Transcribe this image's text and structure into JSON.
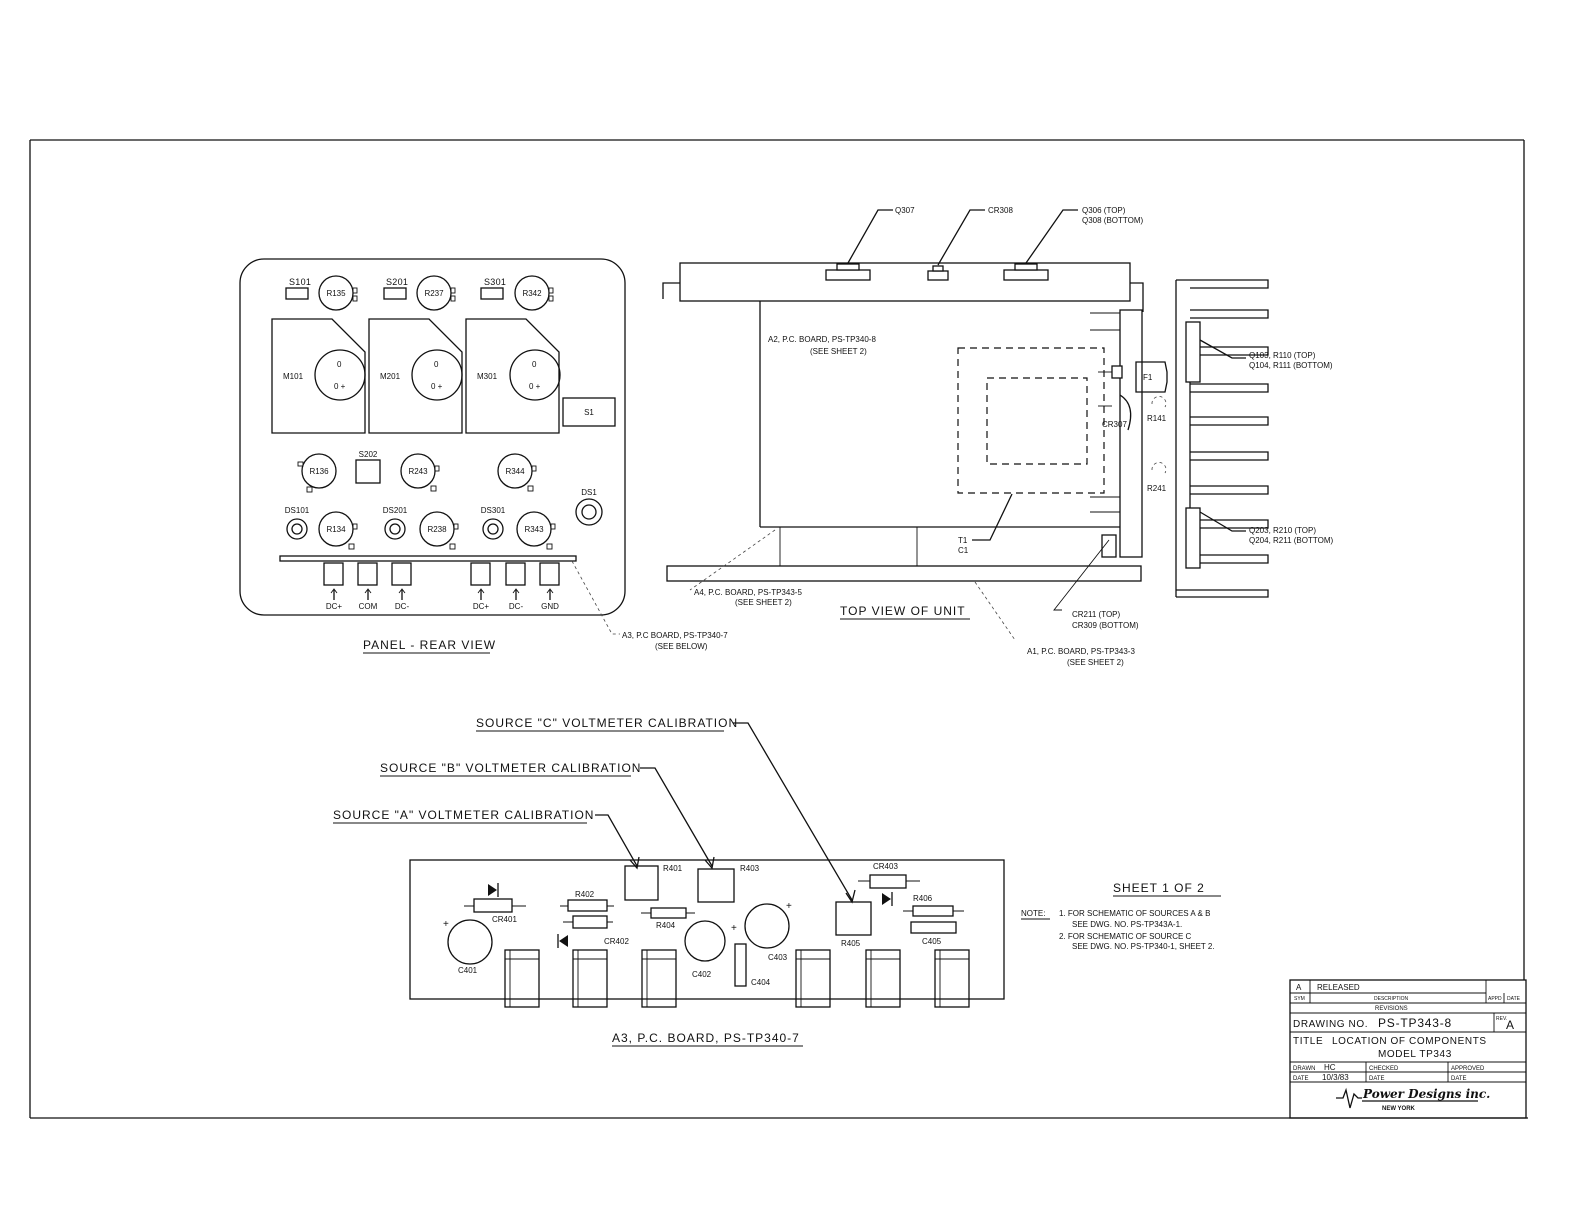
{
  "panel_rear": {
    "caption": "PANEL - REAR VIEW",
    "switches": [
      "S101",
      "S201",
      "S301"
    ],
    "top_pots": [
      "R135",
      "R237",
      "R342"
    ],
    "meters": [
      "M101",
      "M201",
      "M301"
    ],
    "meter_pol": "0 +",
    "meter_zero": "0",
    "s1": "S1",
    "s202": "S202",
    "mid_pots": [
      "R136",
      "R243",
      "R344"
    ],
    "ds": [
      "DS101",
      "DS201",
      "DS301",
      "DS1"
    ],
    "low_pots": [
      "R134",
      "R238",
      "R343"
    ],
    "terminals": [
      "DC+",
      "COM",
      "DC-",
      "DC+",
      "DC-",
      "GND"
    ],
    "a3_ref": "A3, P.C BOARD, PS-TP340-7",
    "a3_see": "(SEE BELOW)"
  },
  "top_view": {
    "caption": "TOP VIEW OF UNIT",
    "q307": "Q307",
    "cr308": "CR308",
    "q306": "Q306 (TOP)",
    "q308": "Q308 (BOTTOM)",
    "a2": "A2, P.C. BOARD, PS-TP340-8",
    "a2_see": "(SEE SHEET 2)",
    "f1": "F1",
    "r141": "R141",
    "cr307": "CR307",
    "r241": "R241",
    "q103": "Q103, R110 (TOP)",
    "q104": "Q104, R111 (BOTTOM)",
    "q203": "Q203, R210 (TOP)",
    "q204": "Q204, R211 (BOTTOM)",
    "t1": "T1",
    "c1": "C1",
    "a4": "A4, P.C. BOARD, PS-TP343-5",
    "a4_see": "(SEE SHEET 2)",
    "cr211": "CR211 (TOP)",
    "cr309": "CR309 (BOTTOM)",
    "a1": "A1, P.C. BOARD, PS-TP343-3",
    "a1_see": "(SEE SHEET 2)"
  },
  "calibration": {
    "c": "SOURCE \"C\" VOLTMETER CALIBRATION",
    "b": "SOURCE \"B\" VOLTMETER CALIBRATION",
    "a": "SOURCE \"A\" VOLTMETER CALIBRATION"
  },
  "a3_board": {
    "caption": "A3, P.C. BOARD, PS-TP340-7",
    "r401": "R401",
    "r403": "R403",
    "cr403": "CR403",
    "r402": "R402",
    "r404": "R404",
    "r406": "R406",
    "r405": "R405",
    "cr401": "CR401",
    "cr402": "CR402",
    "c401": "C401",
    "c402": "C402",
    "c403": "C403",
    "c404": "C404",
    "c405": "C405",
    "plus": "+"
  },
  "notes": {
    "sheet": "SHEET 1 OF 2",
    "label": "NOTE:",
    "n1a": "1. FOR SCHEMATIC OF SOURCES A & B",
    "n1b": "SEE DWG. NO. PS-TP343A-1.",
    "n2a": "2. FOR SCHEMATIC OF SOURCE C",
    "n2b": "SEE DWG. NO. PS-TP340-1, SHEET 2."
  },
  "title_block": {
    "rev_letter": "A",
    "rev_desc": "RELEASED",
    "col_sym": "SYM",
    "col_desc": "DESCRIPTION",
    "col_appd": "APPD",
    "col_date": "DATE",
    "revisions": "REVISIONS",
    "drawing_label": "DRAWING NO.",
    "drawing_no": "PS-TP343-8",
    "rev_label": "REV.",
    "rev": "A",
    "title_label": "TITLE",
    "title_1": "LOCATION OF COMPONENTS",
    "title_2": "MODEL TP343",
    "drawn_label": "DRAWN",
    "drawn": "HC",
    "checked_label": "CHECKED",
    "approved_label": "APPROVED",
    "date_label": "DATE",
    "date": "10/3/83",
    "company": "Power Designs inc.",
    "city": "NEW YORK"
  }
}
